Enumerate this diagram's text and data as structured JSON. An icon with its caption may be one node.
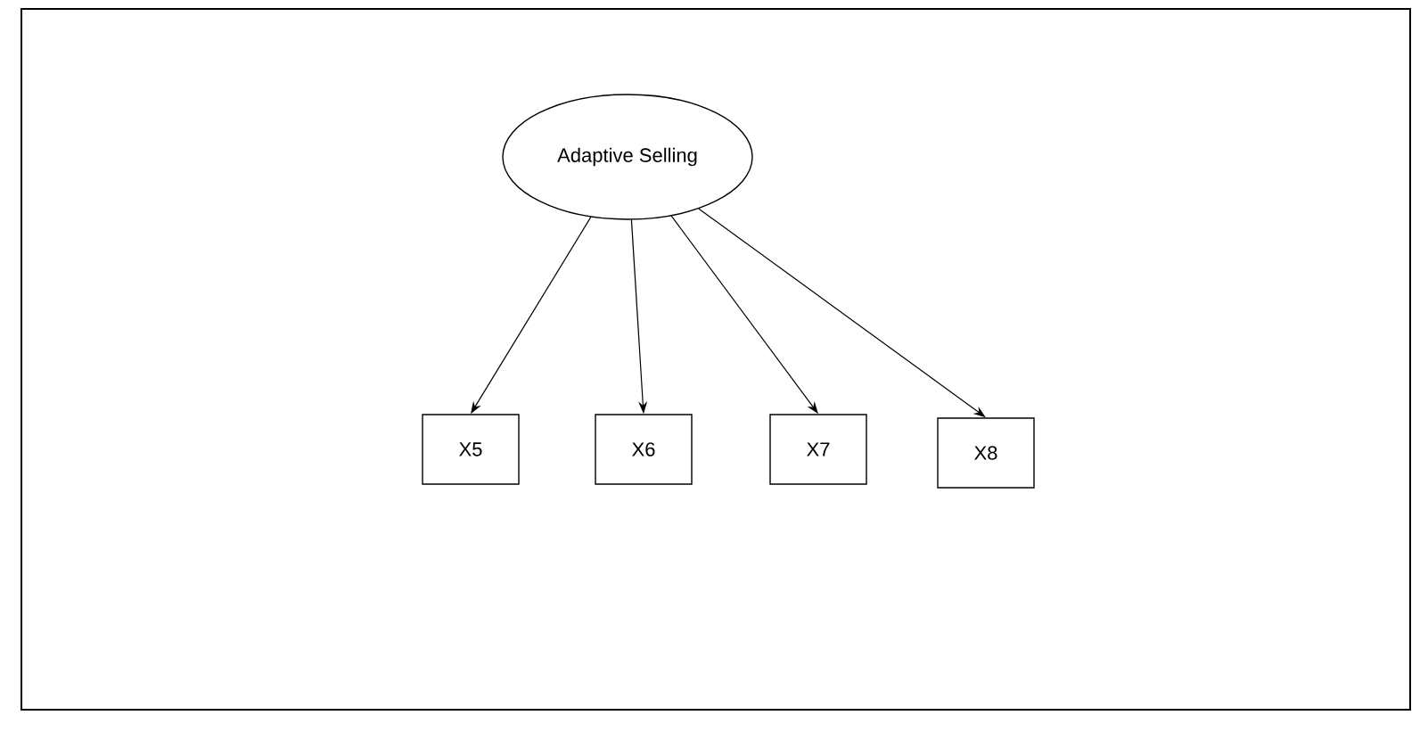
{
  "diagram": {
    "nodes": [
      {
        "text": [
          "Adaptive Selling"
        ]
      },
      {
        "text": [
          "X5"
        ]
      },
      {
        "text": [
          "X6"
        ]
      },
      {
        "text": [
          "X7"
        ]
      },
      {
        "text": [
          "X8"
        ]
      }
    ],
    "edges": [
      {
        "from": 0,
        "to": 1,
        "arrow": "to"
      },
      {
        "from": 0,
        "to": 2,
        "arrow": "to"
      },
      {
        "from": 0,
        "to": 3,
        "arrow": "to"
      },
      {
        "from": 0,
        "to": 4,
        "arrow": "to"
      }
    ]
  }
}
